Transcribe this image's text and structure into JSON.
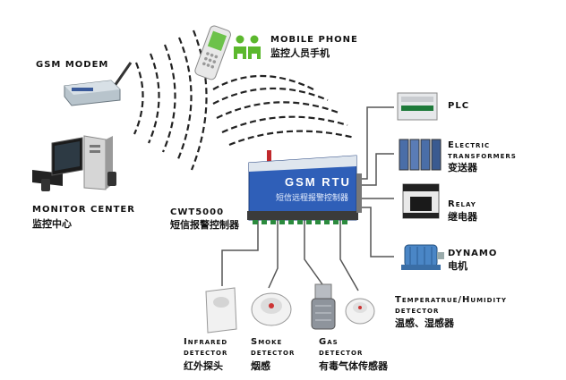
{
  "gsm_modem": {
    "label": "GSM MODEM"
  },
  "mobile_phone": {
    "label": "MOBILE PHONE",
    "cn": "监控人员手机"
  },
  "monitor_center": {
    "label": "MONITOR CENTER",
    "cn": "监控中心"
  },
  "rtu": {
    "model": "CWT5000",
    "cn": "短信报警控制器",
    "panel_title": "GSM RTU",
    "panel_sub": "短信远程报警控制器"
  },
  "plc": {
    "label": "PLC"
  },
  "transformers": {
    "label_line1": "Electric",
    "label_line2": "transformers",
    "cn": "变送器"
  },
  "relay": {
    "label": "Relay",
    "cn": "继电器"
  },
  "dynamo": {
    "label": "DYNAMO",
    "cn": "电机"
  },
  "temp_humidity": {
    "label_line1": "Temperatrue/Humidity",
    "label_line2": "detector",
    "cn": "温感、湿感器"
  },
  "infrared": {
    "label_line1": "Infrared",
    "label_line2": "detector",
    "cn": "红外探头"
  },
  "smoke": {
    "label_line1": "Smoke",
    "label_line2": "detector",
    "cn": "烟感"
  },
  "gas": {
    "label_line1": "Gas",
    "label_line2": "detector",
    "cn": "有毒气体传感器"
  },
  "colors": {
    "rtu_blue": "#2f5fb8",
    "wire": "#555555",
    "wave": "#222222"
  }
}
